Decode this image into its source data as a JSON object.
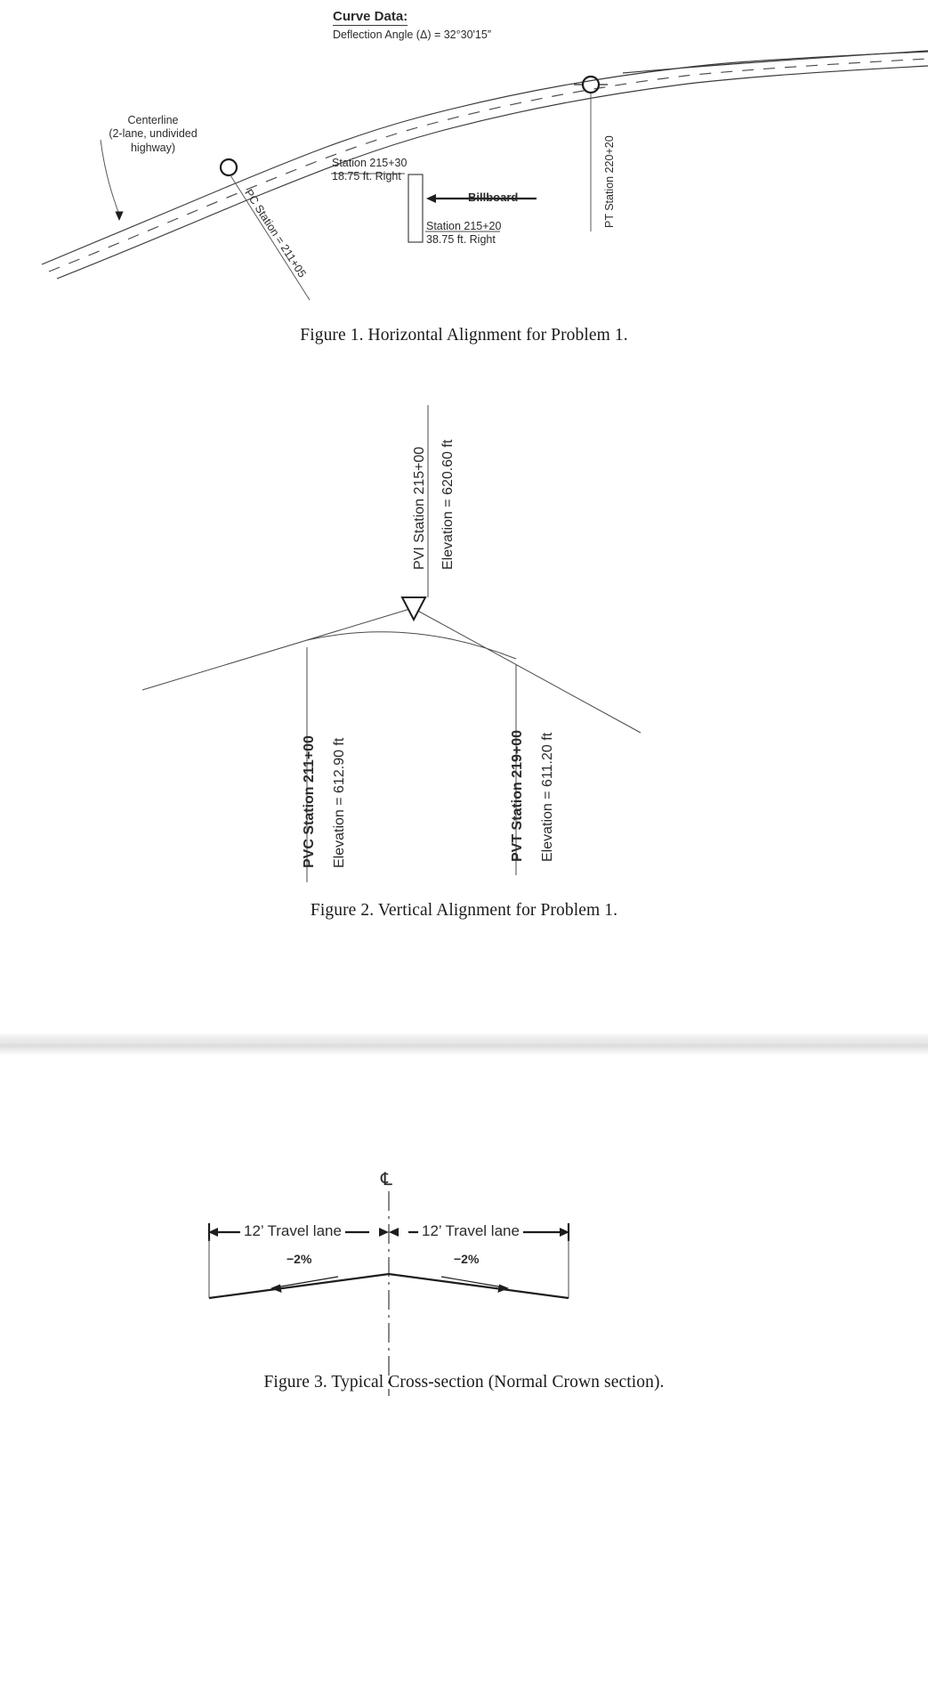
{
  "document": {
    "title": "Highway Alignment Problem Figures"
  },
  "figure1": {
    "caption": "Figure 1.  Horizontal Alignment for Problem 1.",
    "curve_data": {
      "heading": "Curve Data:",
      "deflection_label": "Deflection Angle (Δ) = 32°30'15”"
    },
    "centerline_note": {
      "line1": "Centerline",
      "line2": "(2-lane, undivided",
      "line3": "highway)"
    },
    "pc_label": "PC Station = 211+05",
    "pt_label": "PT Station 220+20",
    "billboard_label": "Billboard",
    "billboard_near": {
      "line1": "Station 215+30",
      "line2": "18.75 ft. Right"
    },
    "billboard_far": {
      "line1": "Station 215+20",
      "line2": "38.75 ft. Right"
    }
  },
  "figure2": {
    "caption": "Figure 2.  Vertical Alignment for Problem 1.",
    "pvi_station": "PVI Station 215+00",
    "pvi_elevation": "Elevation = 620.60 ft",
    "pvc_station": "PVC Station 211+00",
    "pvc_elevation": "Elevation = 612.90 ft",
    "pvt_station": "PVT Station 219+00",
    "pvt_elevation": "Elevation = 611.20 ft"
  },
  "figure3": {
    "caption": "Figure 3.  Typical Cross-section (Normal Crown section).",
    "centerline_symbol": "℄",
    "left_lane": "12’  Travel  lane",
    "right_lane": "12’  Travel  lane",
    "left_slope": "−2%",
    "right_slope": "−2%"
  },
  "colors": {
    "ink": "#2b2b2b",
    "line": "#3a3a3a",
    "dark": "#1d1d1d",
    "page_break": "#dcdcdc",
    "background": "#ffffff"
  }
}
